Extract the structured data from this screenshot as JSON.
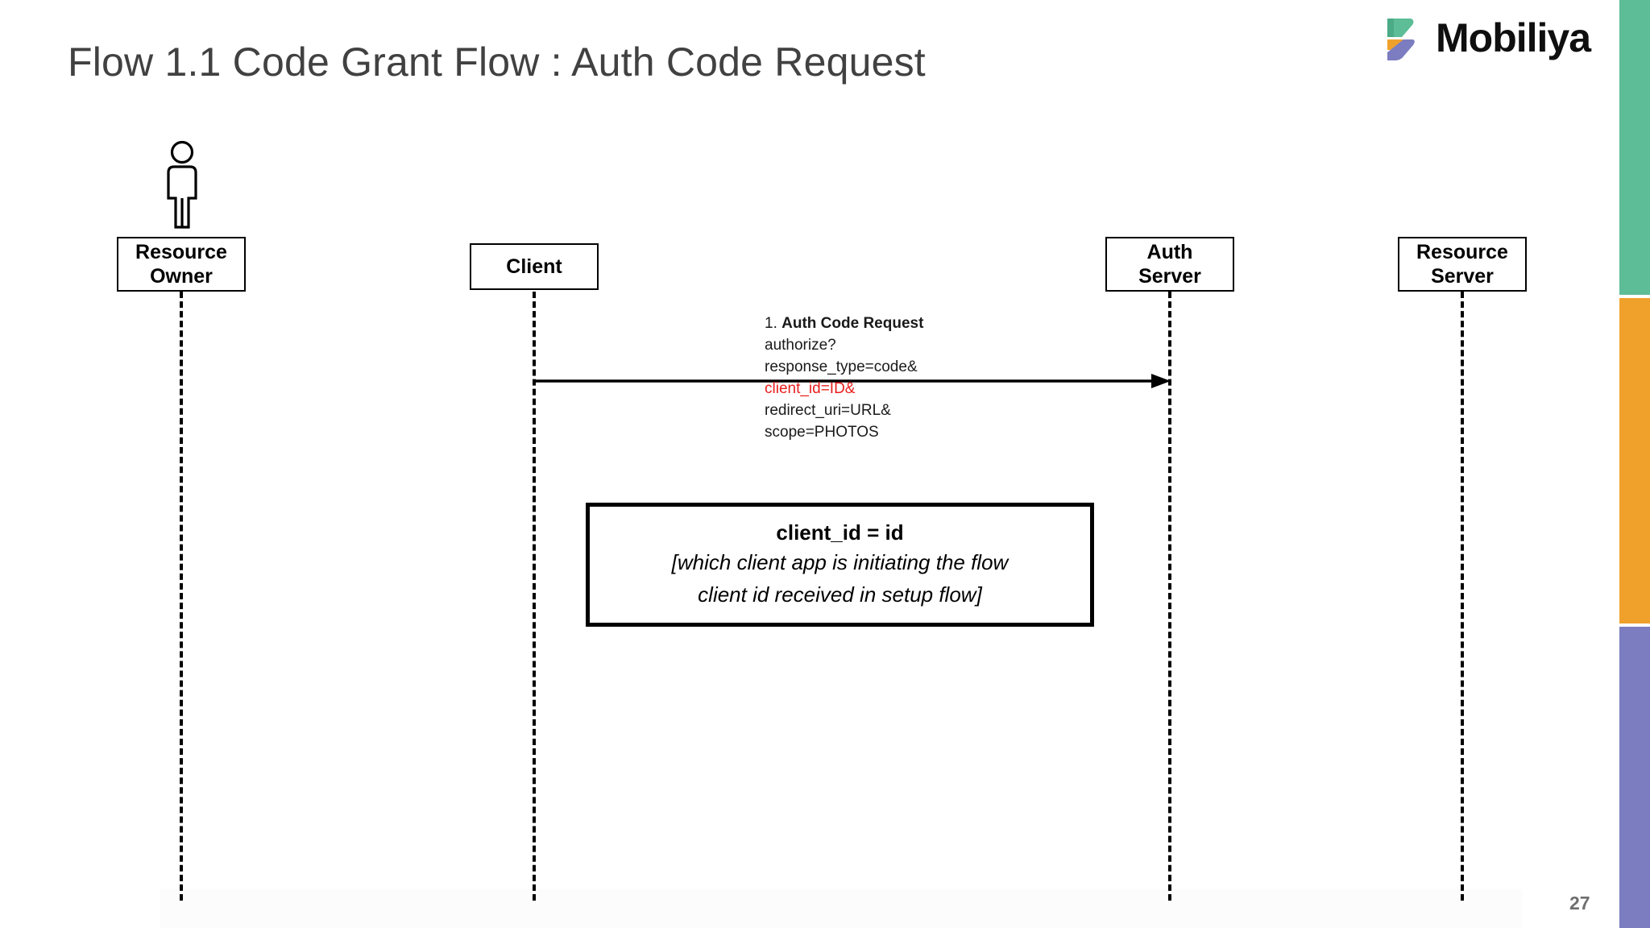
{
  "slide": {
    "title": "Flow 1.1 Code Grant Flow : Auth Code Request",
    "page_number": "27",
    "background": "#ffffff"
  },
  "brand": {
    "name": "Mobiliya",
    "logo_icon": "mobiliya-logo-icon",
    "colors": {
      "green": "#5cbd97",
      "orange": "#f0a12c",
      "purple": "#7b7dc0",
      "wordmark": "#0f0f0f"
    }
  },
  "edge_bars": [
    {
      "name": "green",
      "color": "#5cbd97"
    },
    {
      "name": "orange",
      "color": "#f0a12c"
    },
    {
      "name": "purple",
      "color": "#7b7dc0"
    }
  ],
  "diagram": {
    "type": "sequence-diagram",
    "actor_icon": "person-actor-icon",
    "participants": [
      {
        "id": "resource-owner",
        "lines": [
          "Resource",
          "Owner"
        ],
        "has_actor_icon": true
      },
      {
        "id": "client",
        "lines": [
          "Client"
        ],
        "has_actor_icon": false
      },
      {
        "id": "auth-server",
        "lines": [
          "Auth",
          "Server"
        ],
        "has_actor_icon": false
      },
      {
        "id": "resource-server",
        "lines": [
          "Resource",
          "Server"
        ],
        "has_actor_icon": false
      }
    ],
    "messages": [
      {
        "id": "auth-code-request",
        "from": "client",
        "to": "auth-server",
        "direction": "right",
        "style": "solid",
        "label_lines": [
          {
            "text": "1. ",
            "bold": false,
            "color": "#1a1a1a",
            "suffix": "Auth Code Request",
            "suffix_bold": true
          },
          {
            "text": "authorize?",
            "bold": false,
            "color": "#1a1a1a"
          },
          {
            "text": "response_type=code&",
            "bold": false,
            "color": "#1a1a1a"
          },
          {
            "text": "client_id=ID&",
            "bold": false,
            "color": "#e8201f"
          },
          {
            "text": "redirect_uri=URL&",
            "bold": false,
            "color": "#1a1a1a"
          },
          {
            "text": "scope=PHOTOS",
            "bold": false,
            "color": "#1a1a1a"
          }
        ],
        "label_number": "1.",
        "label_name": "Auth Code Request",
        "line_authorize": "authorize?",
        "line_response_type": "response_type=code&",
        "line_client_id": "client_id=ID&",
        "line_redirect_uri": "redirect_uri=URL&",
        "line_scope": "scope=PHOTOS"
      }
    ],
    "note": {
      "id": "client-id-note",
      "title": "client_id = id",
      "body_line_1": "[which client app is initiating the flow",
      "body_line_2": "client id received in setup flow]"
    }
  }
}
